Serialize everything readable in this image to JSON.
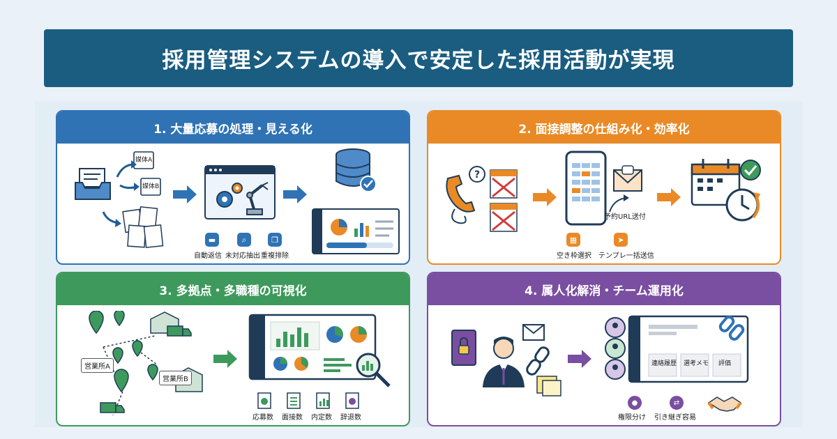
{
  "title": "採用管理システムの導入で安定した採用活動が実現",
  "panels": [
    {
      "heading": "1. 大量応募の処理・見える化",
      "media": [
        "媒体A",
        "媒体B"
      ],
      "features": [
        "自動返信",
        "未対応抽出",
        "重複排除"
      ],
      "color": "#2f73b5",
      "icons": [
        "inbox-icon",
        "document-icon",
        "gear-icon",
        "robot-arm-icon",
        "database-icon",
        "check-icon",
        "dashboard-icon"
      ]
    },
    {
      "heading": "2. 面接調整の仕組み化・効率化",
      "url_note": "予約URL送付",
      "features": [
        "空き枠選択",
        "テンプレ一括送信"
      ],
      "color": "#e98a26",
      "icons": [
        "phone-icon",
        "question-icon",
        "calendar-crossed-icon",
        "smartphone-icon",
        "mail-link-icon",
        "calendar-check-icon",
        "clock-icon"
      ]
    },
    {
      "heading": "3. 多拠点・多職種の可視化",
      "branches": [
        "営業所A",
        "営業所B"
      ],
      "metrics": [
        "応募数",
        "面接数",
        "内定数",
        "辞退数"
      ],
      "color": "#3d9a5c",
      "icons": [
        "map-pin-icon",
        "warehouse-icon",
        "truck-icon",
        "dashboard-icon",
        "magnifier-icon"
      ]
    },
    {
      "heading": "4. 属人化解消・チーム運用化",
      "columns": [
        "連絡履歴",
        "選考メモ",
        "評価"
      ],
      "features": [
        "権限分け",
        "引き継ぎ容易"
      ],
      "color": "#7a4ea0",
      "icons": [
        "notebook-lock-icon",
        "person-icon",
        "mail-icon",
        "broken-link-icon",
        "sticky-note-icon",
        "team-avatar-icon",
        "link-icon",
        "handshake-icon"
      ]
    }
  ]
}
